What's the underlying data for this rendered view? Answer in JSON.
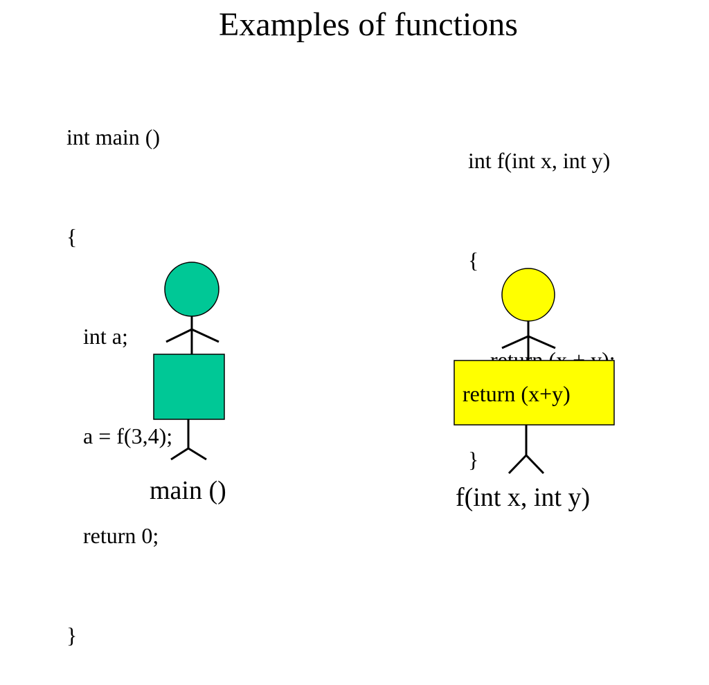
{
  "slide": {
    "title": "Examples of functions"
  },
  "code_main": {
    "lines": [
      "int main ()",
      "{",
      "   int a;",
      "   a = f(3,4);",
      "   return 0;",
      "}"
    ]
  },
  "code_f": {
    "lines": [
      "int f(int x, int y)",
      "{",
      "    return (x + y);",
      "}"
    ]
  },
  "figure_main": {
    "label": "main ()",
    "color": "#00c896"
  },
  "figure_f": {
    "label": "f(int x, int y)",
    "box_text": "return (x+y)",
    "color": "#ffff00"
  }
}
